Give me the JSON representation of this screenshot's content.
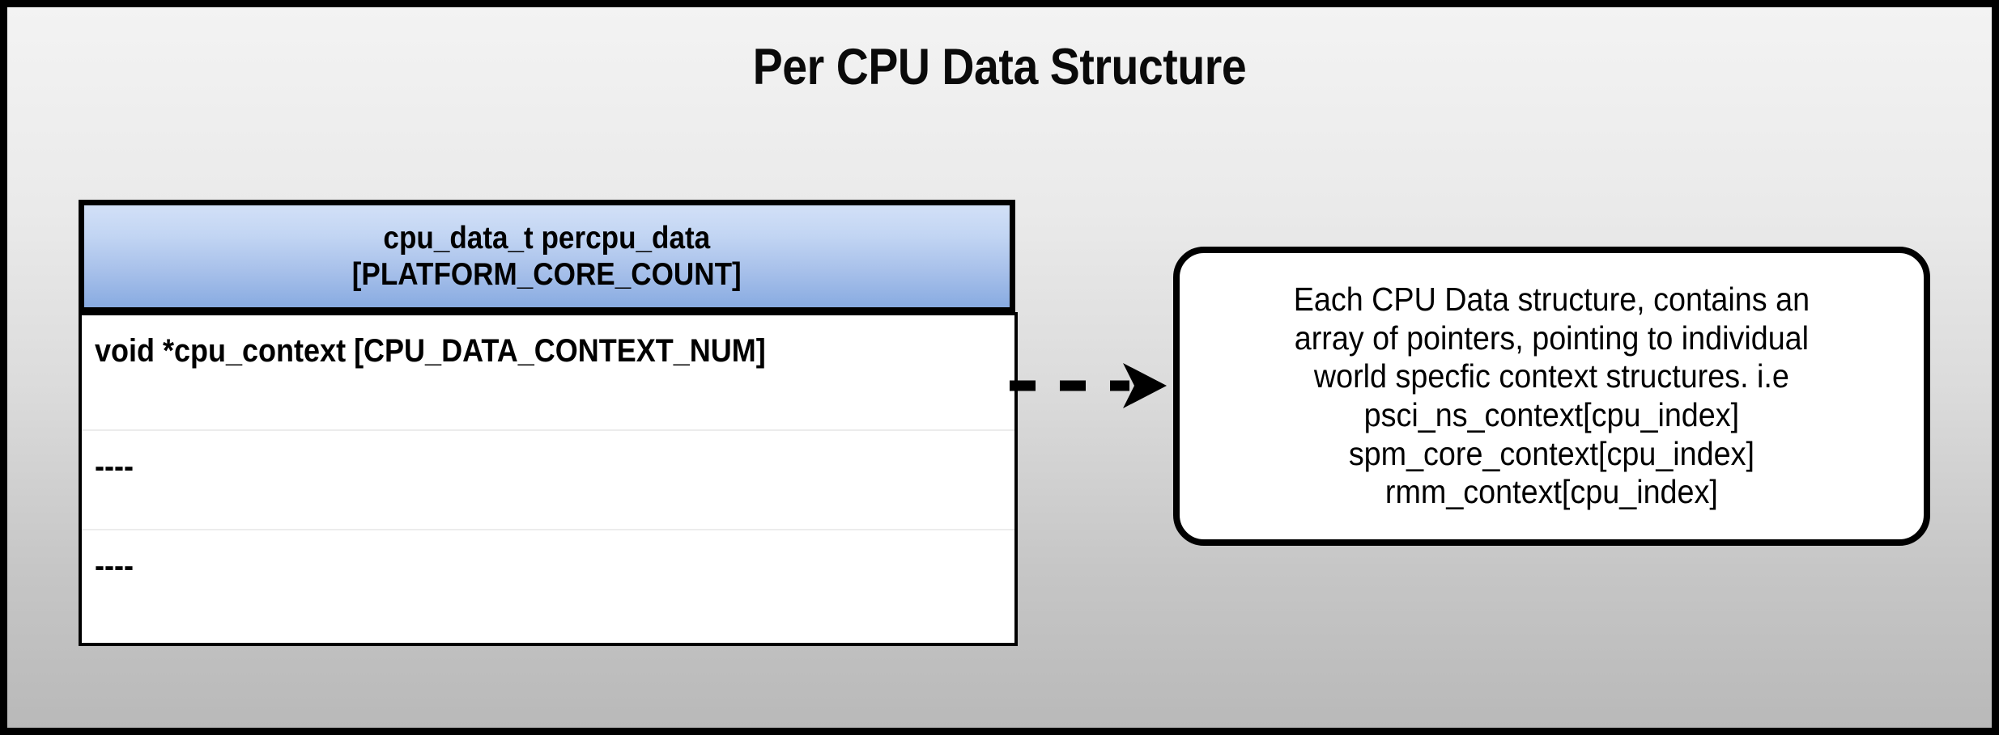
{
  "slide": {
    "title": "Per CPU Data Structure",
    "background_top_color": "#f3f3f3",
    "background_bottom_color": "#b9b9b9",
    "border_color": "#000000"
  },
  "struct_table": {
    "header": {
      "line1": "cpu_data_t percpu_data",
      "line2": "[PLATFORM_CORE_COUNT]",
      "gradient_top_color": "#d2e0f7",
      "gradient_bottom_color": "#88abe1"
    },
    "rows": [
      {
        "text": "void *cpu_context [CPU_DATA_CONTEXT_NUM]"
      },
      {
        "text": "----"
      },
      {
        "text": "----"
      }
    ]
  },
  "connector": {
    "style": "dashed-arrow",
    "direction": "right",
    "color": "#000000"
  },
  "callout": {
    "lines": [
      "Each CPU Data structure, contains an",
      "array of pointers, pointing to individual",
      "world specfic context structures. i.e",
      "psci_ns_context[cpu_index]",
      "spm_core_context[cpu_index]",
      "rmm_context[cpu_index]"
    ],
    "border_color": "#000000",
    "background_color": "#ffffff"
  }
}
